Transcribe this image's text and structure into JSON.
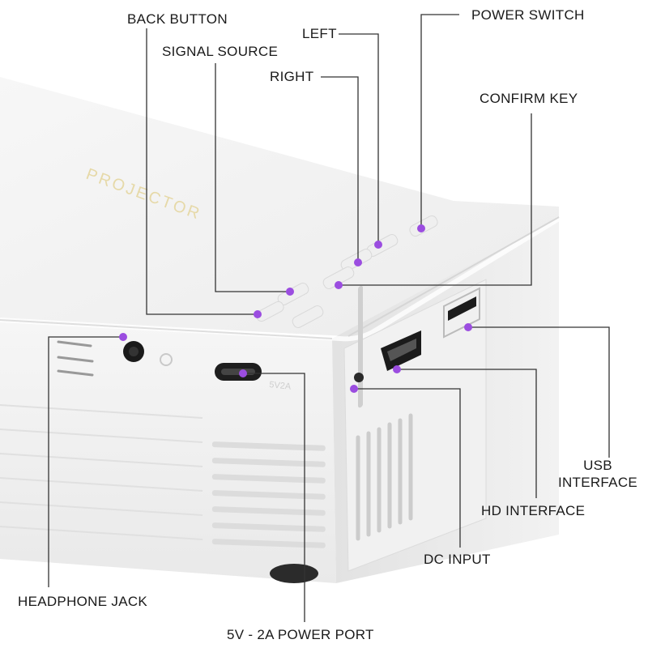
{
  "labels": {
    "back_button": "BACK BUTTON",
    "signal_source": "SIGNAL SOURCE",
    "left": "LEFT",
    "right": "RIGHT",
    "power_switch": "POWER SWITCH",
    "confirm_key": "CONFIRM KEY",
    "usb_line1": "USB",
    "usb_line2": "INTERFACE",
    "hd_interface": "HD INTERFACE",
    "dc_input": "DC INPUT",
    "headphone_jack": "HEADPHONE JACK",
    "power_port": "5V - 2A POWER PORT"
  },
  "device": {
    "brand_text": "PROJECTOR"
  },
  "colors": {
    "marker": "#9b4de0",
    "leader_line": "#333333",
    "body": "#f4f4f4",
    "shadow": "#d8d8d8"
  }
}
